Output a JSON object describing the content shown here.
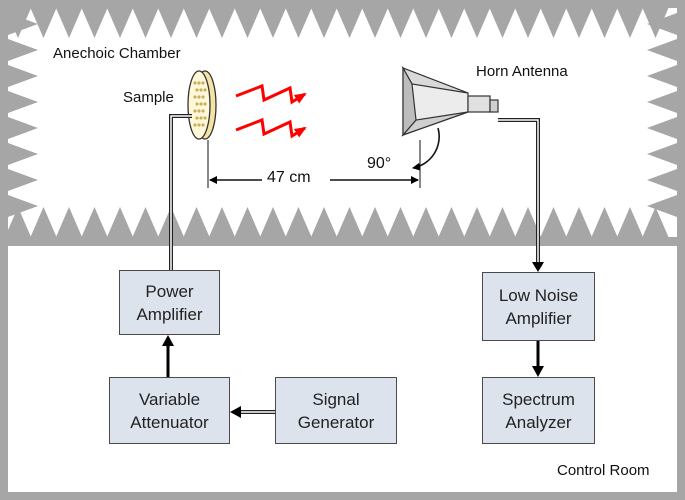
{
  "chamber": {
    "label": "Anechoic Chamber"
  },
  "control_room": {
    "label": "Control Room"
  },
  "sample": {
    "label": "Sample"
  },
  "horn": {
    "label": "Horn Antenna"
  },
  "distance": {
    "label": "47 cm"
  },
  "rotation": {
    "label": "90°"
  },
  "blocks": {
    "power_amplifier": {
      "line1": "Power",
      "line2": "Amplifier"
    },
    "variable_attenuator": {
      "line1": "Variable",
      "line2": "Attenuator"
    },
    "signal_generator": {
      "line1": "Signal",
      "line2": "Generator"
    },
    "low_noise_amplifier": {
      "line1": "Low Noise",
      "line2": "Amplifier"
    },
    "spectrum_analyzer": {
      "line1": "Spectrum",
      "line2": "Analyzer"
    }
  },
  "colors": {
    "frame": "#a6a6a6",
    "wave": "#ff0000",
    "block_fill": "#dde3ec"
  }
}
